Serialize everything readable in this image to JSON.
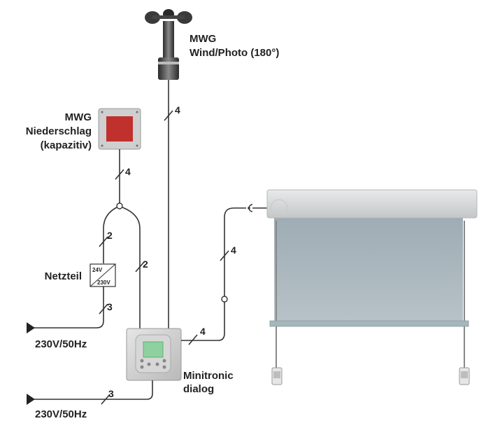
{
  "labels": {
    "wind_sensor_line1": "MWG",
    "wind_sensor_line2": "Wind/Photo (180°)",
    "rain_sensor_line1": "MWG",
    "rain_sensor_line2": "Niederschlag",
    "rain_sensor_line3": "(kapazitiv)",
    "power_supply": "Netzteil",
    "power_supply_in": "24V",
    "power_supply_out": "230V",
    "mains_1": "230V/50Hz",
    "mains_2": "230V/50Hz",
    "controller_line1": "Minitronic",
    "controller_line2": "dialog"
  },
  "wires": {
    "wind_to_controller": "4",
    "rain_sensor_out": "4",
    "psu_to_rain": "2",
    "rain_to_controller": "2",
    "mains_to_psu": "3",
    "controller_to_blind": "4",
    "blind_drop": "4",
    "mains_to_controller": "3"
  },
  "colors": {
    "sensor_red": "#c0302c",
    "housing_grey": "#d8d8d8",
    "blind_fabric": "#a9b6bd",
    "cassette": "#d4d6d6",
    "display_green": "#8fd0a0"
  }
}
